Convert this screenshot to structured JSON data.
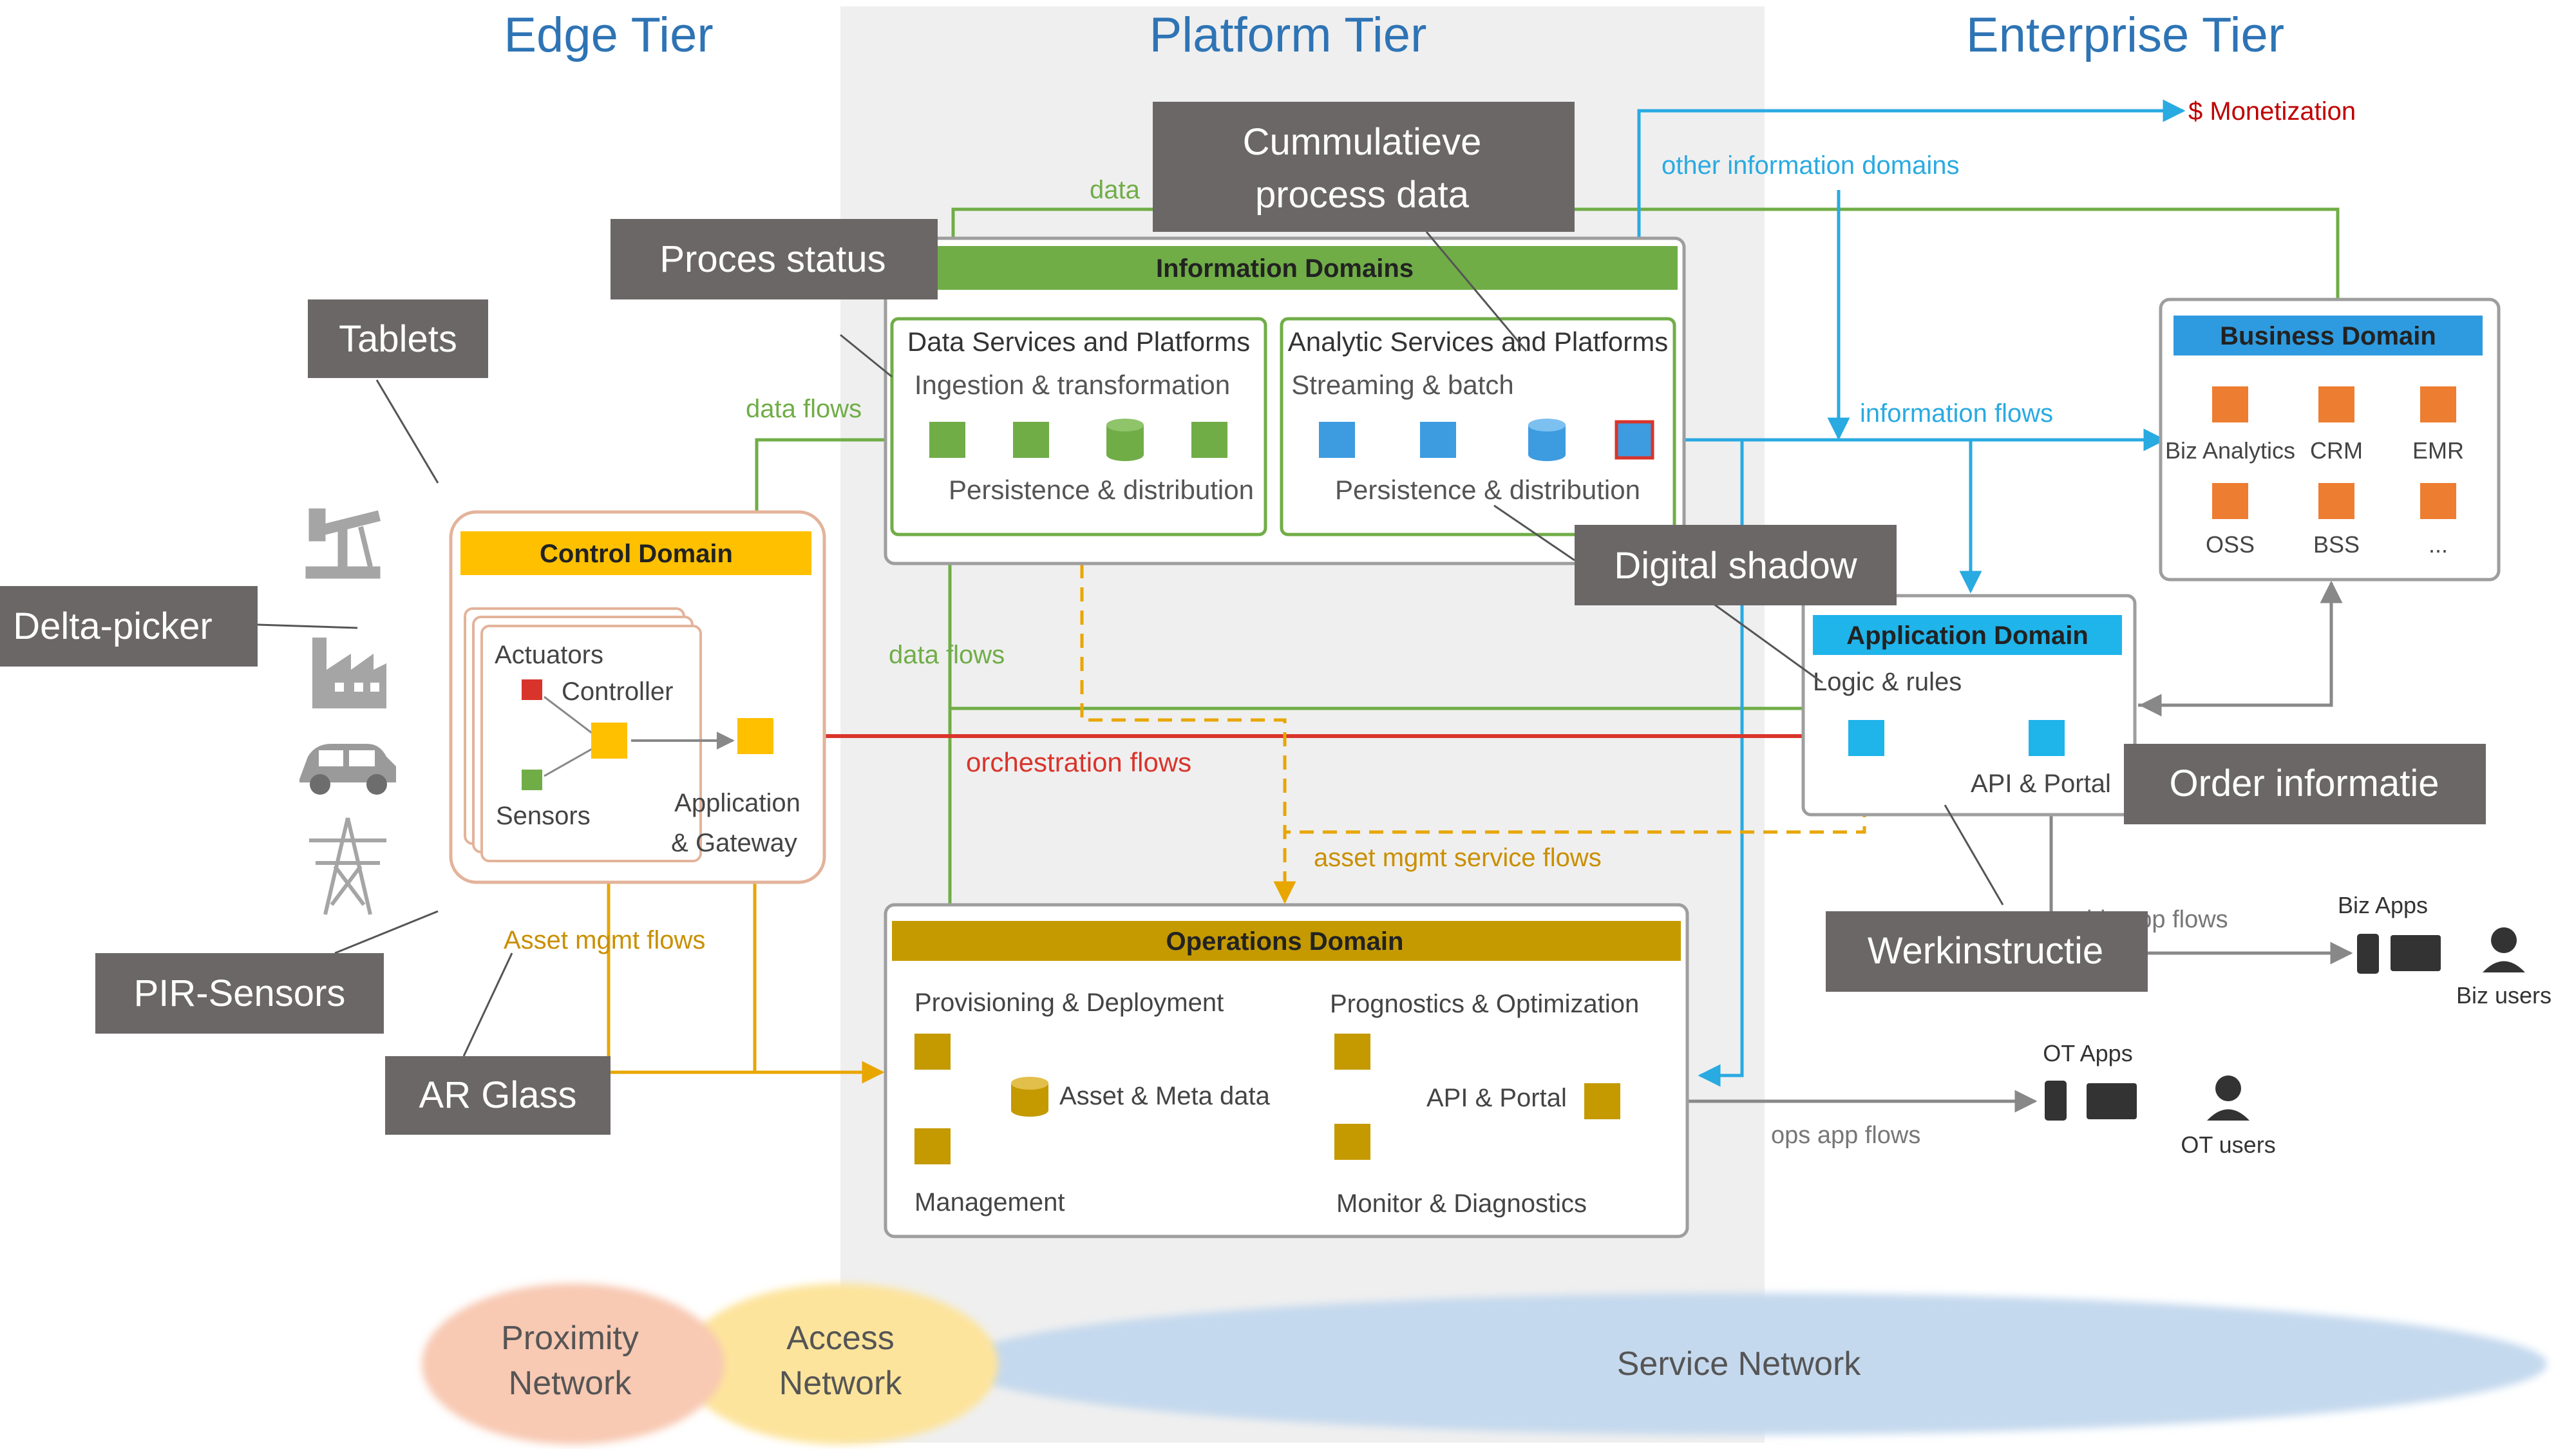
{
  "tiers": {
    "edge": "Edge Tier",
    "platform": "Platform Tier",
    "enterprise": "Enterprise Tier"
  },
  "information_domains": {
    "title": "Information Domains",
    "data_services": {
      "title": "Data Services and Platforms",
      "ingestion": "Ingestion & transformation",
      "persistence": "Persistence & distribution"
    },
    "analytic_services": {
      "title": "Analytic Services and Platforms",
      "streaming": "Streaming & batch",
      "persistence": "Persistence & distribution"
    }
  },
  "control_domain": {
    "title": "Control Domain",
    "actuators": "Actuators",
    "controller": "Controller",
    "sensors": "Sensors",
    "gateway_line1": "Application",
    "gateway_line2": "& Gateway"
  },
  "business_domain": {
    "title": "Business Domain",
    "items": [
      "Biz Analytics",
      "CRM",
      "EMR",
      "OSS",
      "BSS",
      "..."
    ]
  },
  "application_domain": {
    "title": "Application Domain",
    "logic": "Logic & rules",
    "api": "API & Portal"
  },
  "operations_domain": {
    "title": "Operations Domain",
    "provisioning": "Provisioning & Deployment",
    "prognostics": "Prognostics & Optimization",
    "asset_meta": "Asset & Meta data",
    "api": "API & Portal",
    "management": "Management",
    "monitor": "Monitor & Diagnostics"
  },
  "flows": {
    "data_top": "data",
    "data_flows_1": "data flows",
    "data_flows_2": "data flows",
    "information_flows": "information flows",
    "other_info": "other information domains",
    "monetization": "$ Monetization",
    "orchestration": "orchestration flows",
    "asset_service": "asset mgmt service flows",
    "asset_mgmt": "Asset mgmt flows",
    "biz_app": "biz app flows",
    "ops_app": "ops app flows"
  },
  "actors": {
    "biz_apps": "Biz Apps",
    "biz_users": "Biz users",
    "ot_apps": "OT Apps",
    "ot_users": "OT users"
  },
  "networks": {
    "proximity_1": "Proximity",
    "proximity_2": "Network",
    "access_1": "Access",
    "access_2": "Network",
    "service": "Service Network"
  },
  "callouts": {
    "tablets": "Tablets",
    "delta_picker": "Delta-picker",
    "pir_sensors": "PIR-Sensors",
    "ar_glass": "AR Glass",
    "proces_status": "Proces status",
    "cumulative_1": "Cummulatieve",
    "cumulative_2": "process data",
    "digital_shadow": "Digital shadow",
    "order_info": "Order informatie",
    "werkinstructie": "Werkinstructie"
  },
  "colors": {
    "green": "#70ad47",
    "blue": "#29aae1",
    "orange": "#ed7d31",
    "yellow": "#ffc000",
    "mustard": "#c49a00",
    "red": "#d9342b",
    "callout": "#6b6767"
  },
  "icons": [
    "oil-pump-icon",
    "factory-icon",
    "car-icon",
    "power-tower-icon",
    "tablet-icon",
    "monitor-icon",
    "user-icon"
  ]
}
